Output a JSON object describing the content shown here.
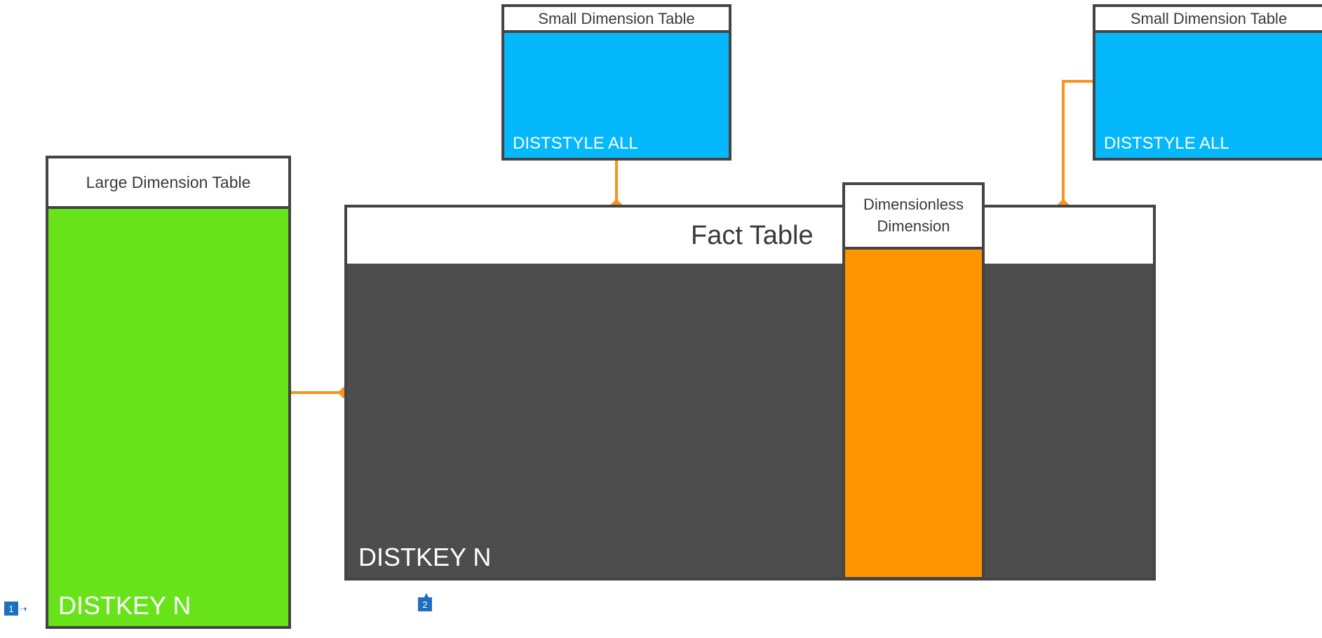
{
  "colors": {
    "border": "#444444",
    "large_dimension_fill": "#68e31a",
    "fact_fill": "#4d4d4d",
    "small_dimension_fill": "#05b8fb",
    "dimensionless_fill": "#ff9500",
    "connector": "#f7931e",
    "marker": "#1e6fc0"
  },
  "large_dimension": {
    "title": "Large Dimension Table",
    "distribution": "DISTKEY N"
  },
  "fact_table": {
    "title": "Fact Table",
    "distribution": "DISTKEY N"
  },
  "small_dimensions": [
    {
      "title": "Small Dimension Table",
      "distribution": "DISTSTYLE ALL"
    },
    {
      "title": "Small Dimension Table",
      "distribution": "DISTSTYLE ALL"
    }
  ],
  "dimensionless_dimension": {
    "title_line1": "Dimensionless",
    "title_line2": "Dimension"
  },
  "markers": [
    {
      "label": "1",
      "arrow": "right"
    },
    {
      "label": "2",
      "arrow": "up"
    }
  ],
  "connections": [
    {
      "from": "large_dimension",
      "to": "fact_table"
    },
    {
      "from": "small_dimension_1",
      "to": "fact_table"
    },
    {
      "from": "small_dimension_2",
      "to": "fact_table"
    }
  ]
}
